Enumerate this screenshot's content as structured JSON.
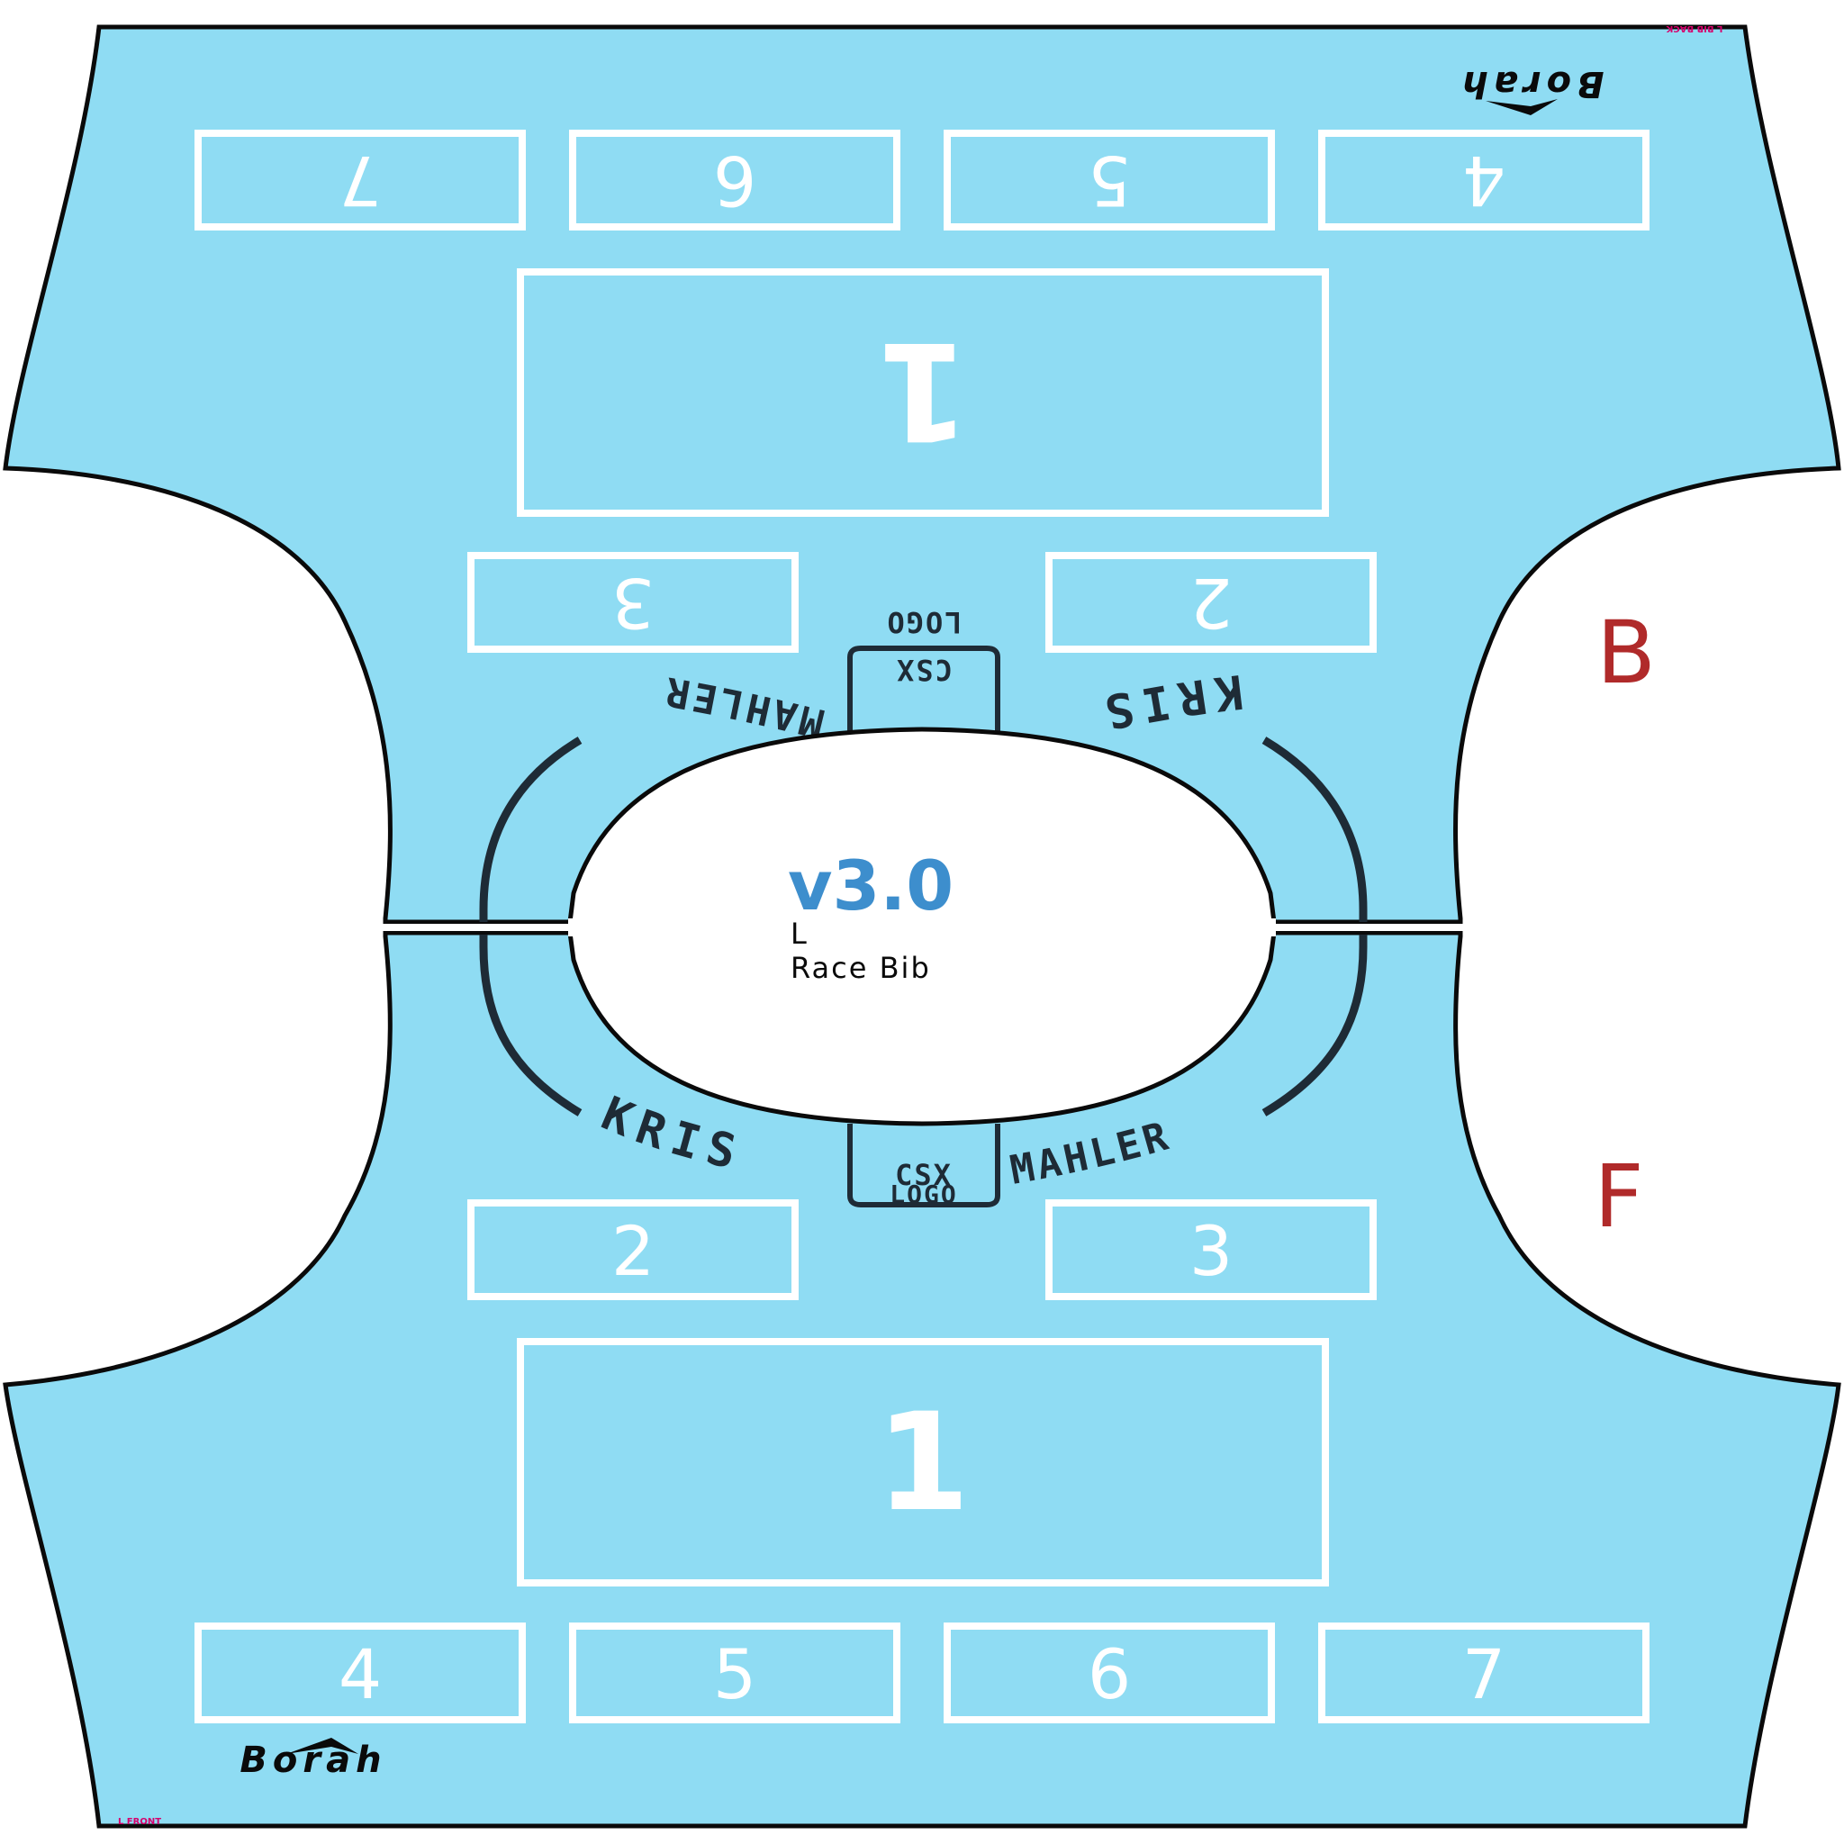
{
  "colors": {
    "panel": "#8fdcf3",
    "outline": "#0a0a0a",
    "box_border": "#ffffff",
    "number": "#ffffff",
    "ring": "#1e2b36",
    "version": "#3d8ecd",
    "letter_mark": "#b02a2a",
    "tag_text": "#d6006c"
  },
  "back": {
    "brand_logo": "Borah",
    "corner_tag": "L BIB BACK",
    "top_row_numbers": [
      "7",
      "6",
      "5",
      "4"
    ],
    "main_number": "1",
    "side_numbers": [
      "3",
      "2"
    ],
    "name_first": "KRIS",
    "name_last": "MAHLER",
    "logo_box_line1": "CSX",
    "logo_box_line2": "LOGO"
  },
  "front": {
    "brand_logo": "Borah",
    "corner_tag": "L   FRONT",
    "bottom_row_numbers": [
      "4",
      "5",
      "6",
      "7"
    ],
    "main_number": "1",
    "side_numbers": [
      "2",
      "3"
    ],
    "name_first": "KRIS",
    "name_last": "MAHLER",
    "logo_box_line1": "CSX",
    "logo_box_line2": "LOGO"
  },
  "center": {
    "version": "v3.0",
    "size": "L",
    "product": "Race Bib"
  },
  "side_marks": {
    "back": "B",
    "front": "F"
  }
}
